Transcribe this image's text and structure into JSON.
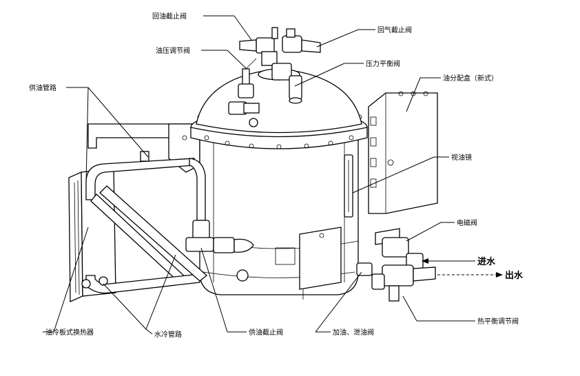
{
  "labels": {
    "return_oil_valve": "回油截止阀",
    "return_gas_valve": "回气截止阀",
    "oil_pressure_valve": "油压调节阀",
    "pressure_balance_valve": "压力平衡阀",
    "oil_supply_pipe": "供油管路",
    "oil_distribution_box": "油分配盒（新式）",
    "sight_glass": "视油镜",
    "solenoid_valve": "电磁阀",
    "water_in": "进水",
    "water_out": "出水",
    "heat_balance_valve": "热平衡调节阀",
    "oil_fill_drain_valve": "加油、泄油阀",
    "oil_supply_stop_valve": "供油截止阀",
    "water_cooling_pipe": "水冷管路",
    "plate_heat_exchanger": "油冷板式换热器"
  }
}
